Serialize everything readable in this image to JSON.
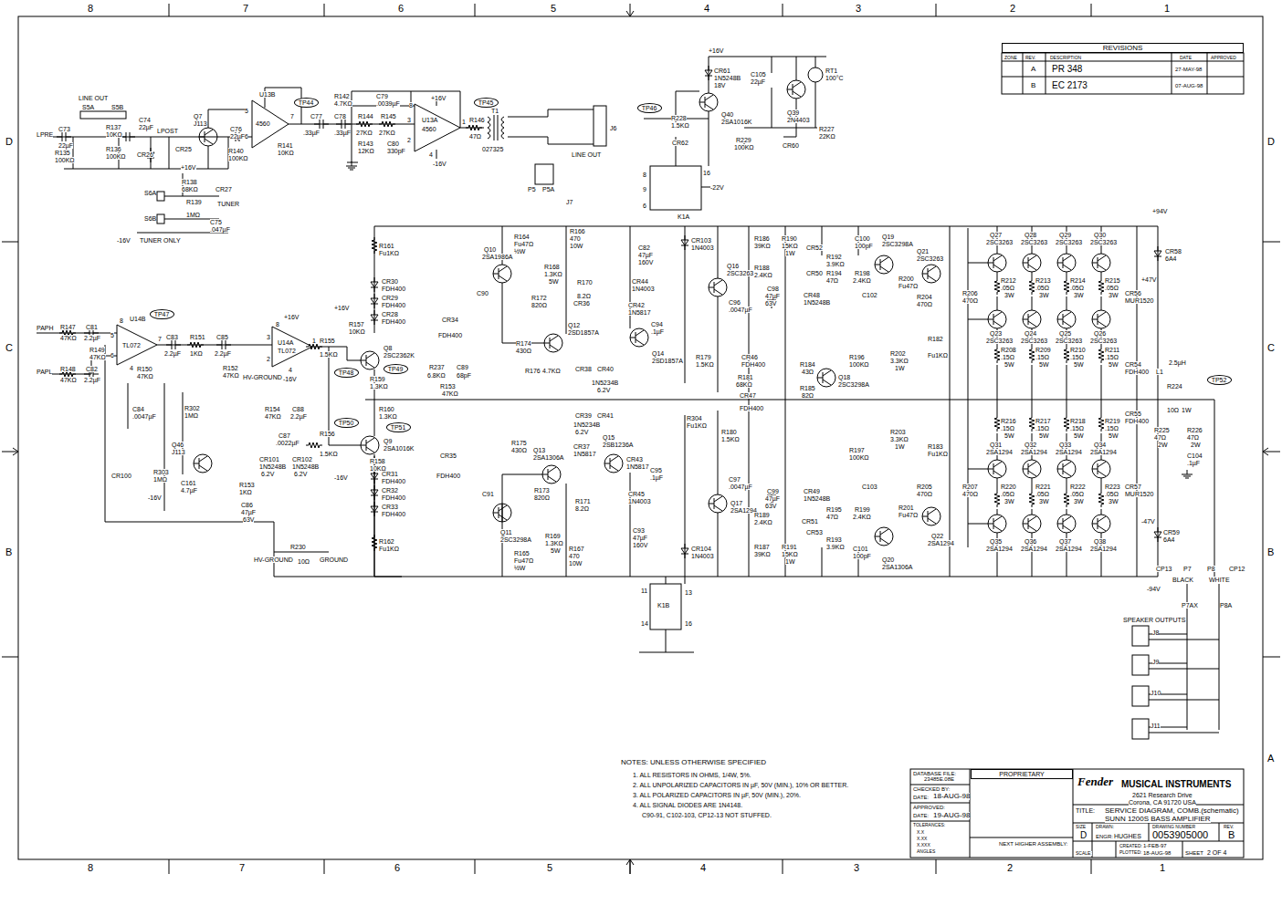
{
  "diagram": {
    "nodes": [
      {
        "text": [
          "REVISIONS"
        ]
      },
      {
        "text": [
          "TP44"
        ]
      },
      {
        "text": [
          "TP45"
        ]
      },
      {
        "text": [
          "TP46"
        ]
      },
      {
        "text": [
          "TP47"
        ]
      },
      {
        "text": [
          "TP49"
        ]
      },
      {
        "text": [
          "TP48"
        ]
      },
      {
        "text": [
          "TP52"
        ]
      },
      {
        "text": [
          "TP50"
        ]
      },
      {
        "text": [
          "TP51"
        ]
      },
      {
        "text": [
          "PROPRIETARY"
        ]
      }
    ],
    "labels": [
      "8",
      "7",
      "6",
      "5",
      "4",
      "3",
      "2",
      "1",
      "8",
      "7",
      "6",
      "5",
      "4",
      "3",
      "2",
      "1",
      "D",
      "C",
      "B",
      "D",
      "C",
      "B",
      "A",
      "ZONE",
      "REV.",
      "DESCRIPTION",
      "DATE",
      "APPROVED",
      "A",
      "PR 348",
      "27-MAY-98",
      "B",
      "EC 2173",
      "07-AUG-98",
      "LPRE",
      "C73",
      "22µF",
      "LINE OUT",
      "S5A",
      "S5B",
      "C74",
      "22µF",
      "LPOST",
      "R137",
      "10KΩ",
      "R135",
      "100KΩ",
      "R136",
      "100KΩ",
      "CR26",
      "CR25",
      "Q7",
      "J113",
      "C76",
      "22µF",
      "R140",
      "100KΩ",
      "+16V",
      "R138",
      "68KΩ",
      "CR27",
      "S6A",
      "S6B",
      "R139",
      "1MΩ",
      "TUNER",
      "C75",
      ".047µF",
      "-16V",
      "TUNER ONLY",
      "U13B",
      "4560",
      "5",
      "6",
      "7",
      "R141",
      "10KΩ",
      "C77",
      ".33µF",
      "R142",
      "4.7KΩ",
      "C79",
      ".0039µF",
      "C78",
      ".33µF",
      "R144",
      "27KΩ",
      "R145",
      "27KΩ",
      "R143",
      "12KΩ",
      "C80",
      "330pF",
      "+16V",
      "U13A",
      "4560",
      "8",
      "3",
      "2",
      "4",
      "1",
      "-16V",
      "R146",
      "47Ω",
      "T1",
      "027325",
      "J6",
      "LINE OUT",
      "P5",
      "P5A",
      "J7",
      "R228",
      "1.5KΩ",
      "CR62",
      "+16V",
      "CR61",
      "1N5248B",
      "18V",
      "C105",
      "22µF",
      "Q40",
      "2SA1016K",
      "Q39",
      "2N4403",
      "RT1",
      "100°C",
      "R227",
      "22KΩ",
      "R229",
      "100KΩ",
      "CR60",
      "-22V",
      "K1A",
      "16",
      "8",
      "9",
      "6",
      "PAPH",
      "R147",
      "47KΩ",
      "C81",
      "2.2µF",
      "PAPL",
      "R148",
      "47KΩ",
      "C82",
      "2.2µF",
      "R149",
      "47KΩ",
      "U14B",
      "TL072",
      "5",
      "6",
      "7",
      "8",
      "4",
      "R150",
      "47KΩ",
      "C83",
      "2.2µF",
      "R151",
      "1KΩ",
      "C85",
      "2.2µF",
      "R152",
      "47KΩ",
      "HV-GROUND",
      "C84",
      ".0047µF",
      "R302",
      "1MΩ",
      "Q46",
      "J113",
      "CR100",
      "R303",
      "1MΩ",
      "C161",
      "4.7µF",
      "-16V",
      "+16V",
      "U14A",
      "TL072",
      "3",
      "2",
      "8",
      "4",
      "1",
      "-16V",
      "R154",
      "47KΩ",
      "C88",
      "2.2µF",
      "C87",
      ".0022µF",
      "CR101",
      "1N5248B",
      "6.2V",
      "CR102",
      "1N5248B",
      "6.2V",
      "R153",
      "1KΩ",
      "C86",
      "47µF",
      "63V",
      "R155",
      "1.5KΩ",
      "R156",
      "1.5KΩ",
      "-16V",
      "+16V",
      "R157",
      "10KΩ",
      "Q8",
      "2SC2362K",
      "R159",
      "1.3KΩ",
      "R160",
      "1.3KΩ",
      "Q9",
      "2SA1016K",
      "R158",
      "10KΩ",
      "HV-GROUND",
      "R230",
      "10Ω",
      "GROUND",
      "R161",
      "Fu1KΩ",
      "CR30",
      "FDH400",
      "CR29",
      "FDH400",
      "CR28",
      "FDH400",
      "CR34",
      "FDH400",
      "R237",
      "6.8KΩ",
      "C89",
      "68pF",
      "R153",
      "47KΩ",
      "CR35",
      "FDH400",
      "CR31",
      "FDH400",
      "CR32",
      "FDH400",
      "CR33",
      "FDH400",
      "R162",
      "Fu1KΩ",
      "Q10",
      "2SA1986A",
      "C90",
      "R164",
      "Fu47Ω",
      "½W",
      "R166",
      "470",
      "10W",
      "R168",
      "1.3KΩ",
      "5W",
      "R170",
      "8.2Ω",
      "CR36",
      "R172",
      "820Ω",
      "Q12",
      "2SD1857A",
      "R174",
      "430Ω",
      "CR42",
      "1N5817",
      "Q14",
      "2SD1857A",
      "C82",
      "47µF",
      "160V",
      "CR44",
      "1N4003",
      "C94",
      ".1µF",
      "R176",
      "4.7KΩ",
      "CR38",
      "CR40",
      "1N5234B",
      "6.2V",
      "CR39",
      "CR41",
      "1N5234B",
      "6.2V",
      "R175",
      "430Ω",
      "Q13",
      "2SA1306A",
      "Q15",
      "2SB1236A",
      "CR37",
      "1N5817",
      "C95",
      ".1µF",
      "R173",
      "820Ω",
      "R169",
      "1.3KΩ",
      "5W",
      "R171",
      "8.2Ω",
      "CR43",
      "1N5817",
      "CR45",
      "1N4003",
      "C93",
      "47µF",
      "160V",
      "C91",
      "Q11",
      "2SC3298A",
      "R165",
      "Fu47Ω",
      "½W",
      "R167",
      "470",
      "10W",
      "CR103",
      "1N4003",
      "Q16",
      "2SC3263",
      "C96",
      ".0047µF",
      "R179",
      "1.5KΩ",
      "CR46",
      "FDH400",
      "R181",
      "68KΩ",
      "CR47",
      "FDH400",
      "R304",
      "Fu1KΩ",
      "R180",
      "1.5KΩ",
      "C97",
      ".0047µF",
      "Q17",
      "2SA1294",
      "CR104",
      "1N4003",
      "K1B",
      "11",
      "13",
      "14",
      "16",
      "R186",
      "39KΩ",
      "R190",
      "15KΩ",
      "1W",
      "CR52",
      "R192",
      "3.9KΩ",
      "C100",
      "100pF",
      "Q19",
      "2SC3298A",
      "R188",
      "2.4KΩ",
      "CR50",
      "C98",
      "47µF",
      "63V",
      "CR48",
      "1N5248B",
      "R194",
      "47Ω",
      "R198",
      "2.4KΩ",
      "C102",
      "R200",
      "Fu47Ω",
      "Q21",
      "2SC3263",
      "R204",
      "470Ω",
      "R184",
      "43Ω",
      "R185",
      "82Ω",
      "Q18",
      "2SC3298A",
      "R196",
      "100KΩ",
      "R202",
      "3.3KΩ",
      "1W",
      "R182",
      "Fu1KΩ",
      "R197",
      "100KΩ",
      "R203",
      "3.3KΩ",
      "1W",
      "R183",
      "Fu1KΩ",
      "C99",
      "47µF",
      "63V",
      "CR49",
      "1N5248B",
      "R189",
      "2.4KΩ",
      "CR51",
      "R195",
      "47Ω",
      "R199",
      "2.4KΩ",
      "C103",
      "R201",
      "Fu47Ω",
      "R205",
      "470Ω",
      "Q22",
      "2SA1294",
      "CR53",
      "R193",
      "3.9KΩ",
      "R187",
      "39KΩ",
      "R191",
      "15KΩ",
      "1W",
      "C101",
      "100pF",
      "Q20",
      "2SA1306A",
      "Q27",
      "2SC3263",
      "Q28",
      "2SC3263",
      "Q29",
      "2SC3263",
      "Q30",
      "2SC3263",
      "R212",
      ".05Ω",
      "3W",
      "R213",
      ".05Ω",
      "3W",
      "R214",
      ".05Ω",
      "3W",
      "R215",
      ".05Ω",
      "3W",
      "R206",
      "470Ω",
      "CR56",
      "MUR1520",
      "+47V",
      "CR58",
      "6A4",
      "+94V",
      "Q23",
      "2SC3263",
      "Q24",
      "2SC3263",
      "Q25",
      "2SC3263",
      "Q26",
      "2SC3263",
      "R208",
      ".15Ω",
      "5W",
      "R209",
      ".15Ω",
      "5W",
      "R210",
      ".15Ω",
      "5W",
      "R211",
      ".15Ω",
      "5W",
      "CR54",
      "FDH400",
      "L1",
      "2.5µH",
      "R224",
      "10Ω",
      "1W",
      "CR55",
      "FDH400",
      "R225",
      "47Ω",
      "2W",
      "R226",
      "47Ω",
      "2W",
      "C104",
      ".1µF",
      "R216",
      ".15Ω",
      "5W",
      "R217",
      ".15Ω",
      "5W",
      "R218",
      ".15Ω",
      "5W",
      "R219",
      ".15Ω",
      "5W",
      "Q31",
      "2SA1294",
      "Q32",
      "2SA1294",
      "Q33",
      "2SA1294",
      "Q34",
      "2SA1294",
      "R207",
      "470Ω",
      "CR57",
      "MUR1520",
      "-47V",
      "R220",
      ".05Ω",
      "3W",
      "R221",
      ".05Ω",
      "3W",
      "R222",
      ".05Ω",
      "3W",
      "R223",
      ".05Ω",
      "3W",
      "Q35",
      "2SA1294",
      "Q36",
      "2SA1294",
      "Q37",
      "2SA1294",
      "Q38",
      "2SA1294",
      "CR59",
      "6A4",
      "-94V",
      "CP13",
      "P7",
      "P8",
      "CP12",
      "BLACK",
      "WHITE",
      "P7AX",
      "P8A",
      "SPEAKER OUTPUTS",
      "J8",
      "J9",
      "J10",
      "J11",
      "NOTES: UNLESS OTHERWISE SPECIFIED",
      "1. ALL RESISTORS IN OHMS, 1/4W, 5%.",
      "2. ALL UNPOLARIZED CAPACITORS IN µF, 50V (MIN.), 10% OR BETTER.",
      "3. ALL POLARIZED CAPACITORS IN µF, 50V (MIN.), 20%.",
      "4. ALL SIGNAL DIODES ARE 1N4148.",
      "C90-91, C102-103, CP12-13 NOT STUFFED.",
      "DATABASE FILE:",
      "23485E.08E",
      "CHECKED BY:",
      "DATE:",
      "18-AUG-98",
      "APPROVED:",
      "DATE:",
      "19-AUG-98",
      "TOLERANCES:",
      "X.X",
      "X.XX",
      "X.XXX",
      "ANGLES",
      "NEXT HIGHER ASSEMBLY:",
      "Fender",
      "MUSICAL INSTRUMENTS",
      "2621 Research Drive",
      "Corona, CA 91720 USA",
      "TITLE:",
      "SERVICE DIAGRAM, COMB.(schematic)",
      "SUNN 1200S BASS AMPLIFIER",
      "SIZE",
      "D",
      "DRAWN:",
      "DRAWING NUMBER",
      "REV.",
      "ENGR:",
      "HUGHES",
      "0053905000",
      "B",
      "CREATED:",
      "1-FEB-97",
      "SCALE:",
      "PLOTTED:",
      "18-AUG-98",
      "SHEET",
      "2 OF 4"
    ]
  }
}
